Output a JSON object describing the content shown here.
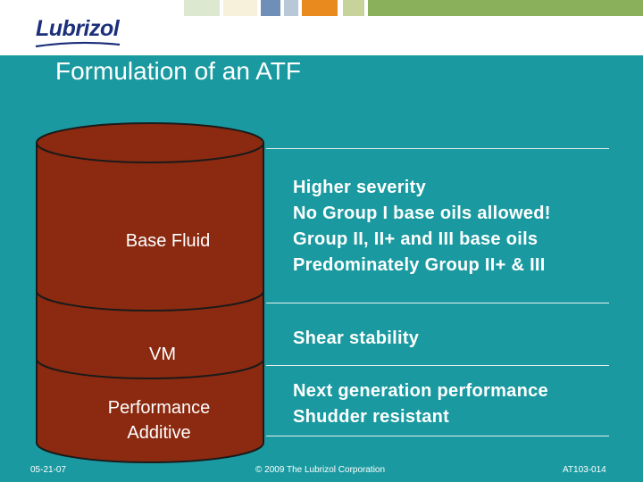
{
  "header": {
    "logo_text": "Lubrizol",
    "brand_colors": [
      "#dce8d0",
      "#f7f1dc",
      "#6f8fb6",
      "#b9c8d6",
      "#e98a1e",
      "#c8d39a",
      "#8bb05c"
    ]
  },
  "slide": {
    "title": "Formulation of an ATF",
    "cylinder": {
      "fill_color": "#8b2a10",
      "base_fluid_label": "Base Fluid",
      "vm_label": "VM",
      "additive_label": "Performance\nAdditive"
    },
    "base_fluid_points": [
      "Higher severity",
      "No Group I base oils allowed!",
      "Group II, II+ and III base oils",
      "Predominately Group II+ & III"
    ],
    "vm_points": [
      "Shear stability"
    ],
    "additive_points": [
      "Next generation performance",
      "Shudder resistant"
    ]
  },
  "footer": {
    "date": "05-21-07",
    "copyright": "© 2009 The Lubrizol Corporation",
    "code": "AT103-014"
  }
}
